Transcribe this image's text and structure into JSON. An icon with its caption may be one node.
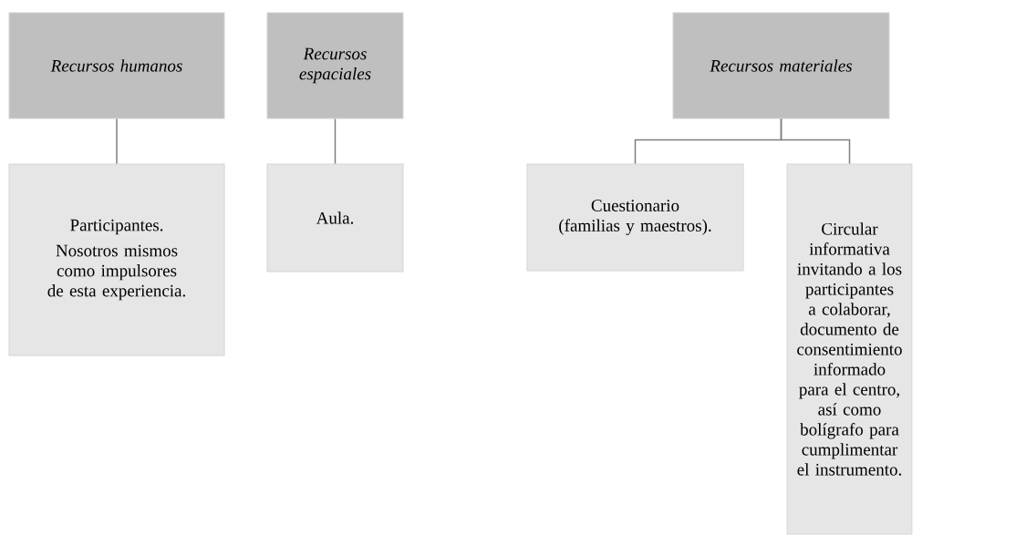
{
  "diagram": {
    "nodes": [
      {
        "text": [
          "Recursos humanos"
        ]
      },
      {
        "text": [
          "Recursos espaciales"
        ]
      },
      {
        "text": [
          "Recursos materiales"
        ]
      },
      {
        "text": [
          "Participantes.",
          "Nosotros mismos como impulsores de esta experiencia."
        ]
      },
      {
        "text": [
          "Aula."
        ]
      },
      {
        "text": [
          "Cuestionario (familias y maestros)."
        ]
      },
      {
        "text": [
          "Circular informativa invitando a los participantes a colaborar, documento de consentimiento informado para el centro, así como bolígrafo para cumplimentar el instrumento."
        ]
      }
    ],
    "edges": [
      {
        "from": 0,
        "to": 3,
        "arrow": "none"
      },
      {
        "from": 1,
        "to": 4,
        "arrow": "none"
      },
      {
        "from": 2,
        "to": 5,
        "arrow": "none"
      },
      {
        "from": 2,
        "to": 6,
        "arrow": "none"
      }
    ]
  }
}
